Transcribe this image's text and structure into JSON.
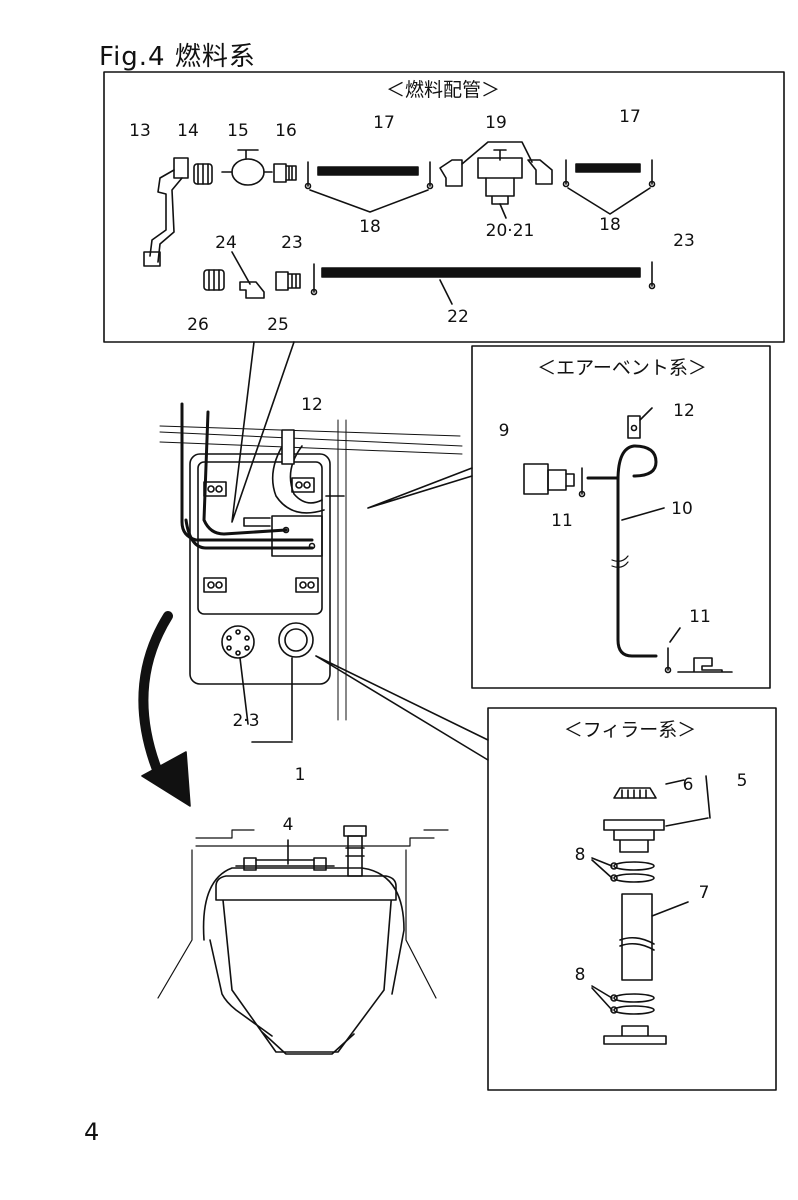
{
  "figure": {
    "title": "Fig.4 燃料系",
    "page_number": "4"
  },
  "panels": {
    "fuel_piping": {
      "header": "＜燃料配管＞"
    },
    "air_vent": {
      "header": "＜エアーベント系＞"
    },
    "filler": {
      "header": "＜フィラー系＞"
    }
  },
  "part_labels": {
    "p1": "1",
    "p2_3": "2·3",
    "p4": "4",
    "p5": "5",
    "p6": "6",
    "p7": "7",
    "p8": "8",
    "p9": "9",
    "p10": "10",
    "p11": "11",
    "p12": "12",
    "p13": "13",
    "p14": "14",
    "p15": "15",
    "p16": "16",
    "p17": "17",
    "p18": "18",
    "p19": "19",
    "p20_21": "20·21",
    "p22": "22",
    "p23": "23",
    "p24": "24",
    "p25": "25",
    "p26": "26"
  }
}
